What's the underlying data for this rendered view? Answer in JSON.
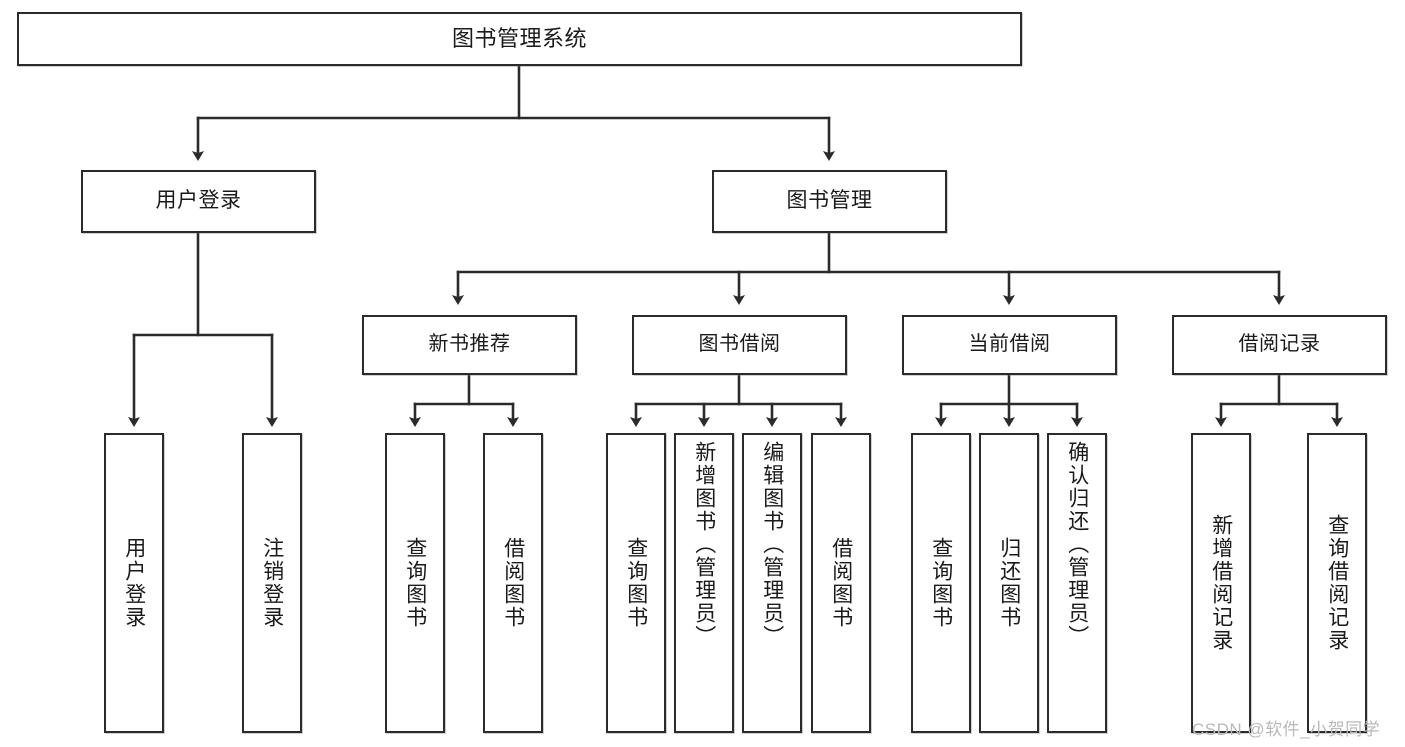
{
  "diagram": {
    "title": "图书管理系统",
    "type": "tree-hierarchy",
    "colors": {
      "box_border": "#2b2b2b",
      "box_fill": "#ffffff",
      "edge": "#2b2b2b",
      "text": "#1a1a1a",
      "watermark": "#b9b9b9"
    },
    "nodes": {
      "root": {
        "label": "图书管理系统"
      },
      "level1": [
        {
          "label": "用户登录"
        },
        {
          "label": "图书管理"
        }
      ],
      "level2": [
        {
          "label": "新书推荐"
        },
        {
          "label": "图书借阅"
        },
        {
          "label": "当前借阅"
        },
        {
          "label": "借阅记录"
        }
      ],
      "leaves": [
        {
          "label": "用户登录"
        },
        {
          "label": "注销登录"
        },
        {
          "label": "查询图书"
        },
        {
          "label": "借阅图书"
        },
        {
          "label": "查询图书"
        },
        {
          "label": "新增图书（管理员）"
        },
        {
          "label": "编辑图书（管理员）"
        },
        {
          "label": "借阅图书"
        },
        {
          "label": "查询图书"
        },
        {
          "label": "归还图书"
        },
        {
          "label": "确认归还（管理员）"
        },
        {
          "label": "新增借阅记录"
        },
        {
          "label": "查询借阅记录"
        }
      ]
    }
  },
  "watermark": {
    "text": "CSDN @软件_小贺同学"
  }
}
